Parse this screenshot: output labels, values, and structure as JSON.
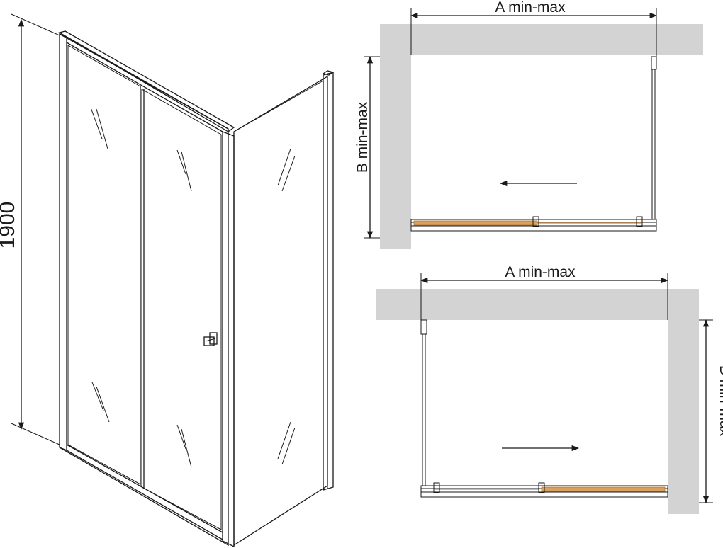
{
  "perspective": {
    "height_label": "1900"
  },
  "plan_left_opening": {
    "width_label": "A  min-max",
    "depth_label": "B  min-max",
    "slide_direction": "left"
  },
  "plan_right_opening": {
    "width_label": "A  min-max",
    "depth_label": "B  min-max",
    "slide_direction": "right"
  },
  "colors": {
    "wall": "#d3d3d3",
    "glass": "#e9e9e9",
    "sliding_door": "#d9a15f",
    "line": "#1a1a1a"
  }
}
